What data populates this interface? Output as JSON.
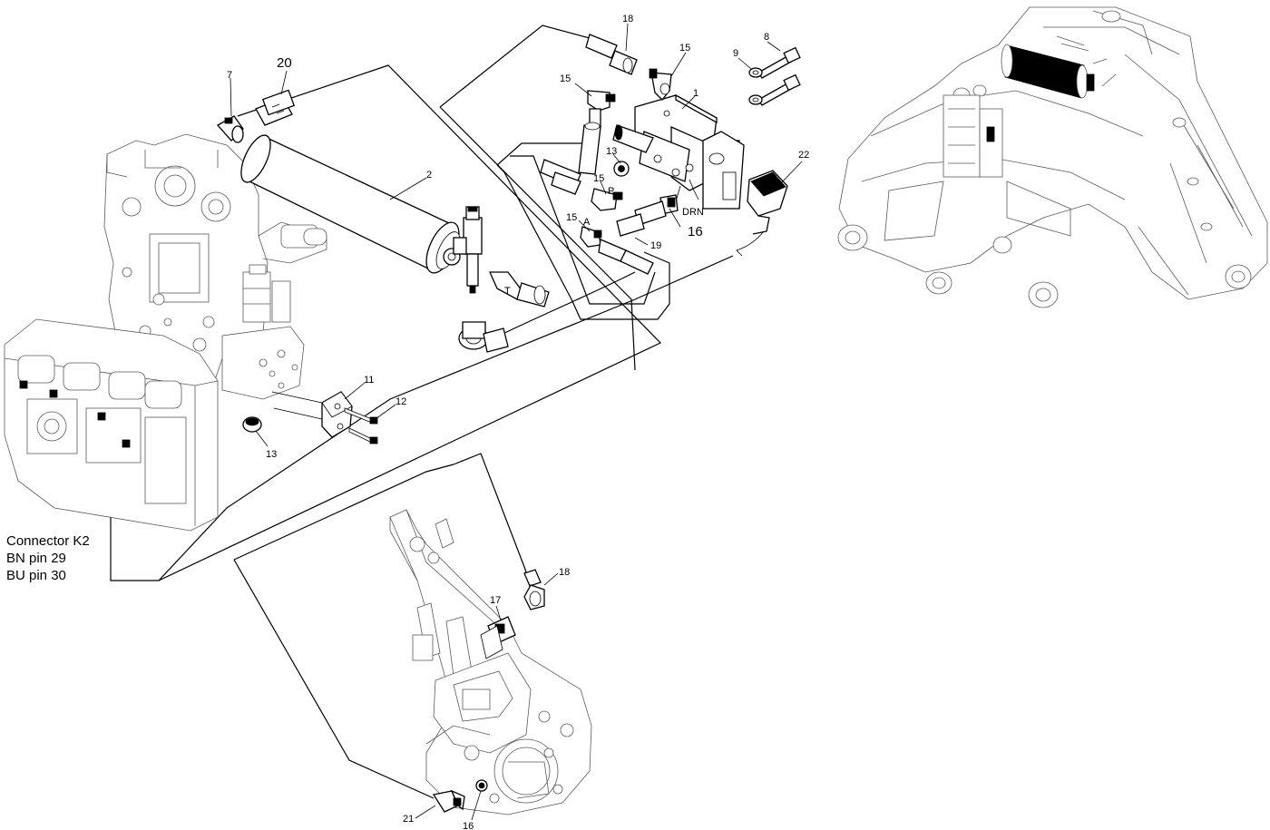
{
  "callouts": {
    "c18_top": "18",
    "c15_top": "15",
    "c8": "8",
    "c9": "9",
    "c1": "1",
    "c15_left": "15",
    "c7": "7",
    "c20": "20",
    "c2": "2",
    "c13_mid": "13",
    "c15_p": "15",
    "c22": "22",
    "c15_a": "15",
    "c16_mid": "16",
    "c19": "19",
    "c11": "11",
    "c12": "12",
    "c13_low": "13",
    "c18_bot": "18",
    "c17": "17",
    "c21": "21",
    "c16_bot": "16"
  },
  "port_labels": {
    "p": "P",
    "a": "A",
    "t": "T",
    "drn": "DRN"
  },
  "connector_note": {
    "line1": "Connector K2",
    "line2": "BN pin 29",
    "line3": "BU pin 30"
  }
}
